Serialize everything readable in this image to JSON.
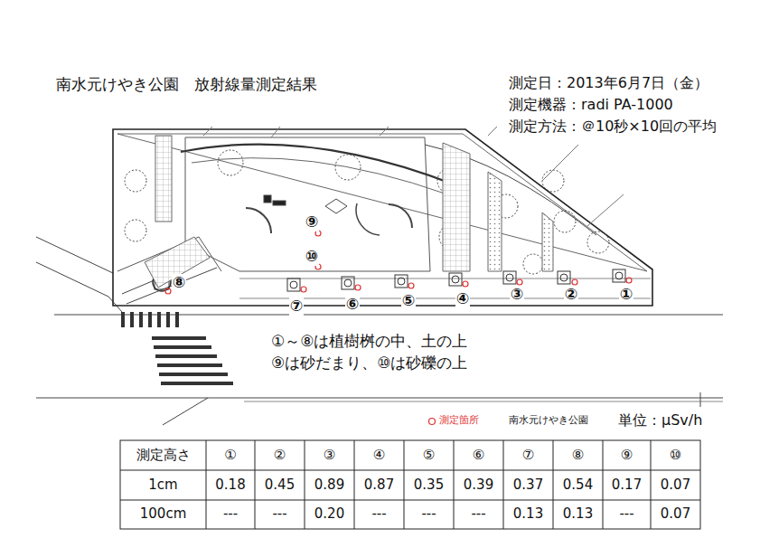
{
  "diagram": {
    "title": "南水元けやき公園　放射線量測定結果",
    "labels": [
      "測定日：2013年6月7日（金）",
      "測定機器：radi PA-1000",
      "測定方法：＠10秒×10回の平均",
      "⑨",
      "⑩",
      "⑧",
      "⑦",
      "⑥",
      "⑤",
      "④",
      "③",
      "②",
      "①",
      "①～⑧は植樹桝の中、土の上",
      "⑨は砂だまり、⑩は砂礫の上",
      "南水元けやき公園",
      "単位：μSv/h",
      "測定高さ",
      "①",
      "②",
      "③",
      "④",
      "⑤",
      "⑥",
      "⑦",
      "⑧",
      "⑨",
      "⑩",
      "1cm",
      "0.18",
      "0.45",
      "0.89",
      "0.87",
      "0.35",
      "0.39",
      "0.37",
      "0.54",
      "0.17",
      "0.07",
      "100cm",
      "---",
      "---",
      "0.20",
      "---",
      "---",
      "---",
      "0.13",
      "0.13",
      "---",
      "0.07"
    ],
    "legend": [
      {
        "text": "測定箇所"
      }
    ]
  }
}
